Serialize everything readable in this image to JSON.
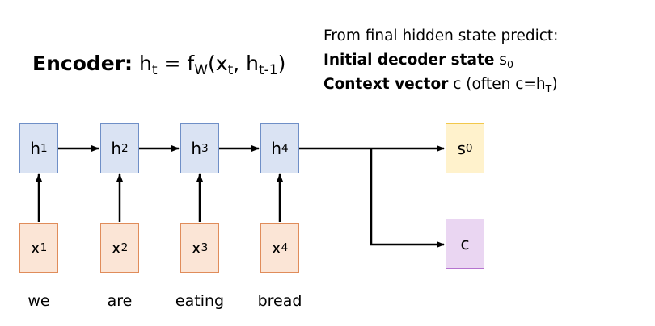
{
  "title": {
    "bold": "Encoder:",
    "h": "h",
    "h_sub": "t",
    "eq": " = f",
    "f_sub": "W",
    "open": "(x",
    "x_sub": "t",
    "comma": ", h",
    "hprev_sub": "t-1",
    "close": ")"
  },
  "predict": {
    "line1": "From final hidden state predict:",
    "line2_bold": "Initial decoder state",
    "line2_s": " s",
    "line2_sub": "0",
    "line3_bold": "Context vector",
    "line3_rest": " c (often c=h",
    "line3_sub": "T",
    "line3_close": ")"
  },
  "hidden": [
    {
      "base": "h",
      "sub": "1"
    },
    {
      "base": "h",
      "sub": "2"
    },
    {
      "base": "h",
      "sub": "3"
    },
    {
      "base": "h",
      "sub": "4"
    }
  ],
  "inputs": [
    {
      "base": "x",
      "sub": "1"
    },
    {
      "base": "x",
      "sub": "2"
    },
    {
      "base": "x",
      "sub": "3"
    },
    {
      "base": "x",
      "sub": "4"
    }
  ],
  "words": [
    "we",
    "are",
    "eating",
    "bread"
  ],
  "s0": {
    "base": "s",
    "sub": "0"
  },
  "c": {
    "label": "c"
  }
}
